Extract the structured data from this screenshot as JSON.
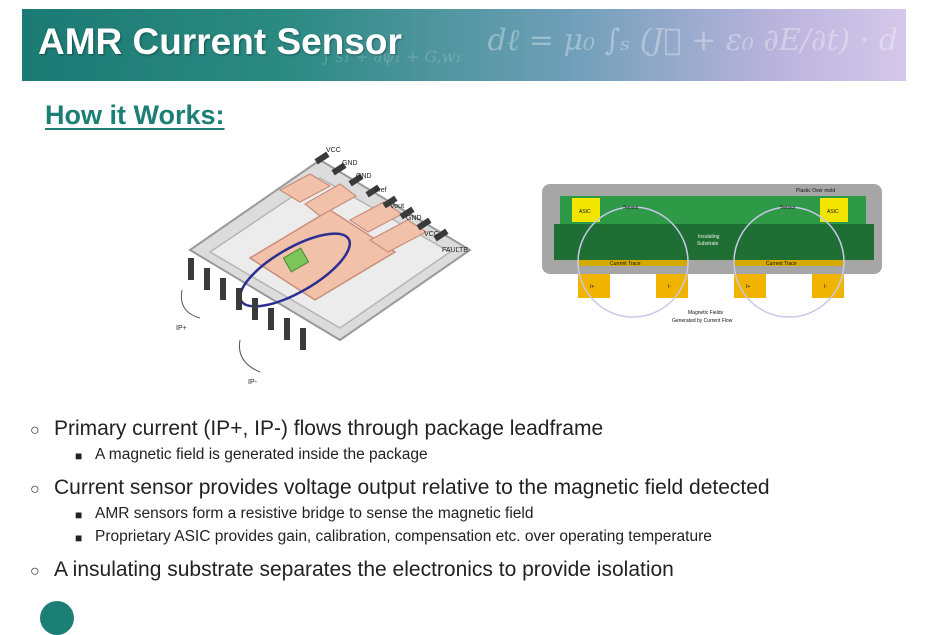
{
  "slide": {
    "title": "AMR Current Sensor",
    "heading": "How it Works:",
    "colors": {
      "banner_start": "#1b7a73",
      "banner_end": "#d5c8ea",
      "heading": "#1c7f75"
    }
  },
  "left_figure": {
    "pins": [
      "VCC",
      "GND",
      "GND",
      "Vref",
      "Vout",
      "GND",
      "VCC",
      "FAULTB"
    ],
    "terminal_pos": "IP+",
    "terminal_neg": "IP-"
  },
  "right_figure": {
    "mold_label": "Plastic Over mold",
    "asic_label": "ASIC",
    "sensor_label": "Sensor",
    "substrate_label_1": "Insulating",
    "substrate_label_2": "Substrate",
    "trace_label": "Current Trace",
    "ip_pos": "I+",
    "ip_neg": "I-",
    "field_label_1": "Magnetic Fields",
    "field_label_2": "Generated by Current Flow"
  },
  "bullets": [
    {
      "text": "Primary current (IP+, IP-) flows through package leadframe",
      "sub": [
        "A magnetic field is generated inside the package"
      ]
    },
    {
      "text": "Current sensor provides voltage output relative to the magnetic field detected",
      "sub": [
        "AMR sensors form a resistive bridge to sense the magnetic field",
        "Proprietary ASIC provides gain, calibration, compensation  etc. over operating temperature"
      ]
    },
    {
      "text": "A insulating substrate separates the electronics to provide isolation",
      "sub": []
    }
  ]
}
